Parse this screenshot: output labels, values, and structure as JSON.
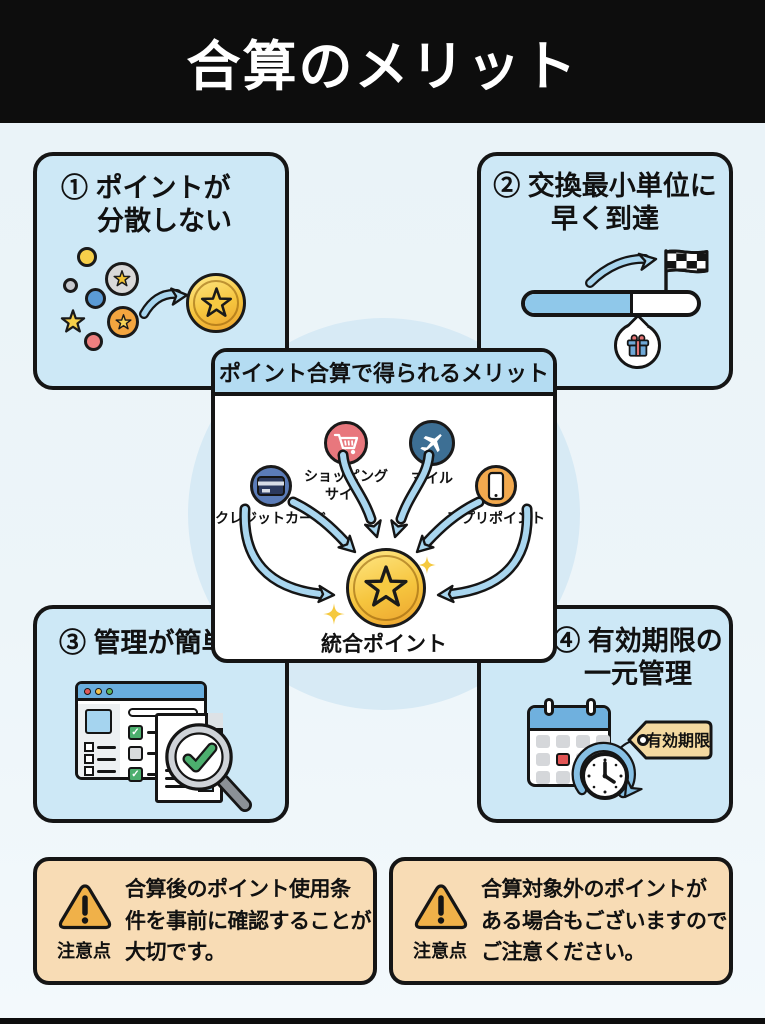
{
  "title": "合算のメリット",
  "benefits": {
    "b1": {
      "title_line1": "① ポイントが",
      "title_line2": "分散しない"
    },
    "b2": {
      "title": "② 交換最小単位に\n早く到達"
    },
    "b3": {
      "title": "③ 管理が簡単"
    },
    "b4": {
      "title": "④ 有効期限の\n一元管理",
      "tag_label": "有効期限"
    }
  },
  "center": {
    "header": "ポイント合算で得られるメリット",
    "sources": [
      {
        "label": "クレジットカード",
        "icon": "credit-card-icon",
        "color": "#5b7cb8"
      },
      {
        "label": "ショッピング\nサイト",
        "icon": "shopping-cart-icon",
        "color": "#e8777d"
      },
      {
        "label": "マイル",
        "icon": "airplane-icon",
        "color": "#3d6f94"
      },
      {
        "label": "アプリポイント",
        "icon": "smartphone-icon",
        "color": "#f2a94e"
      }
    ],
    "result_label": "統合ポイント",
    "result_icon": "gold-coin-star-icon"
  },
  "progress": {
    "percent": 63
  },
  "notes": [
    {
      "badge": "注意点",
      "icon": "warning-triangle-icon",
      "text": "合算後のポイント使用条\n件を事前に確認することが\n大切です。"
    },
    {
      "badge": "注意点",
      "icon": "warning-triangle-icon",
      "text": "合算対象外のポイントが\nある場合もございますので\nご注意ください。"
    }
  ],
  "colors": {
    "background": "#edf5f9",
    "header_bg": "#0d0d0d",
    "panel_blue": "#cde8f6",
    "center_header_blue": "#b4dcf2",
    "note_peach": "#f8dcb5",
    "accent_gold": "#f6c53e",
    "warning_amber": "#f0b149",
    "arrow_blue": "#a9d6ef",
    "progress_fill": "#8fc8ea",
    "success_green": "#4caf6e",
    "alert_red": "#e25555",
    "outline_black": "#151515"
  }
}
